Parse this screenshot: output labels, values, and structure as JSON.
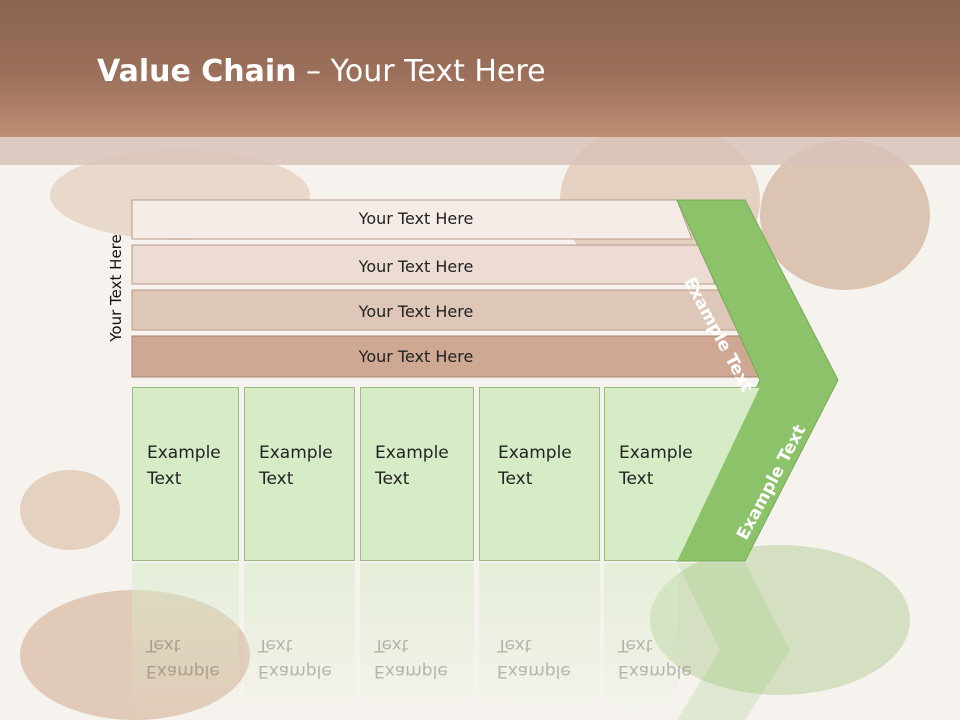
{
  "title": {
    "bold": "Value Chain",
    "rest": " – Your Text Here"
  },
  "side_label": "Your Text Here",
  "rows": [
    {
      "label": "Your Text Here"
    },
    {
      "label": "Your Text Here"
    },
    {
      "label": "Your Text Here"
    },
    {
      "label": "Your Text Here"
    }
  ],
  "columns": [
    {
      "line1": "Example",
      "line2": "Text"
    },
    {
      "line1": "Example",
      "line2": "Text"
    },
    {
      "line1": "Example",
      "line2": "Text"
    },
    {
      "line1": "Example",
      "line2": "Text"
    },
    {
      "line1": "Example",
      "line2": "Text"
    }
  ],
  "chevron": {
    "upper": "Example Text",
    "lower": "Example Text"
  },
  "colors": {
    "header": "#9c705b",
    "row_fills": [
      "#f5ece7",
      "#ecdcd3",
      "#dec6b8",
      "#cfa893"
    ],
    "green_light": "#d6ecc7",
    "green_dark": "#8cc36a"
  }
}
